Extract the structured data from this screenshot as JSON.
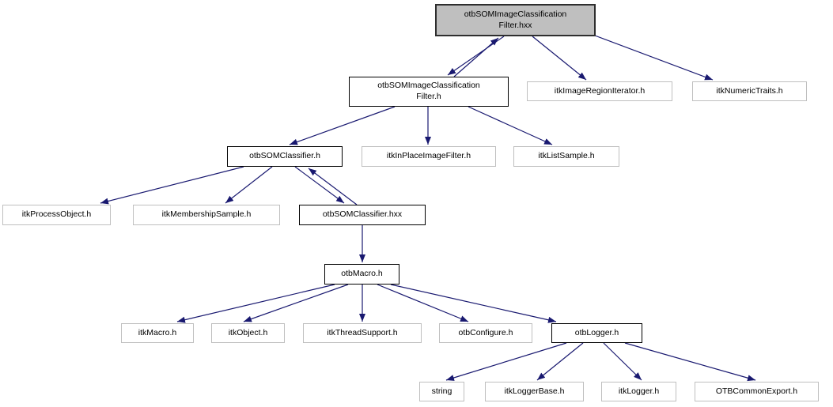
{
  "diagram": {
    "type": "include-dependency-graph",
    "colors": {
      "edge": "#191970",
      "current_node_fill": "#bfbfbf",
      "leaf_node_border": "#bfbfbf",
      "linked_node_border": "#000000"
    },
    "nodes": {
      "filter_hxx": {
        "label": "otbSOMImageClassification\nFilter.hxx"
      },
      "filter_h": {
        "label": "otbSOMImageClassification\nFilter.h"
      },
      "image_region_iterator": {
        "label": "itkImageRegionIterator.h"
      },
      "numeric_traits": {
        "label": "itkNumericTraits.h"
      },
      "som_classifier_h": {
        "label": "otbSOMClassifier.h"
      },
      "in_place_image_filter": {
        "label": "itkInPlaceImageFilter.h"
      },
      "list_sample": {
        "label": "itkListSample.h"
      },
      "process_object": {
        "label": "itkProcessObject.h"
      },
      "membership_sample": {
        "label": "itkMembershipSample.h"
      },
      "som_classifier_hxx": {
        "label": "otbSOMClassifier.hxx"
      },
      "otb_macro": {
        "label": "otbMacro.h"
      },
      "itk_macro": {
        "label": "itkMacro.h"
      },
      "itk_object": {
        "label": "itkObject.h"
      },
      "thread_support": {
        "label": "itkThreadSupport.h"
      },
      "otb_configure": {
        "label": "otbConfigure.h"
      },
      "otb_logger": {
        "label": "otbLogger.h"
      },
      "string": {
        "label": "string"
      },
      "itk_logger_base": {
        "label": "itkLoggerBase.h"
      },
      "itk_logger": {
        "label": "itkLogger.h"
      },
      "otb_common_export": {
        "label": "OTBCommonExport.h"
      }
    },
    "edges": [
      {
        "from": "filter_hxx",
        "to": "filter_h"
      },
      {
        "from": "filter_h",
        "to": "filter_hxx"
      },
      {
        "from": "filter_hxx",
        "to": "image_region_iterator"
      },
      {
        "from": "filter_hxx",
        "to": "numeric_traits"
      },
      {
        "from": "filter_h",
        "to": "som_classifier_h"
      },
      {
        "from": "filter_h",
        "to": "in_place_image_filter"
      },
      {
        "from": "filter_h",
        "to": "list_sample"
      },
      {
        "from": "som_classifier_h",
        "to": "process_object"
      },
      {
        "from": "som_classifier_h",
        "to": "membership_sample"
      },
      {
        "from": "som_classifier_h",
        "to": "som_classifier_hxx"
      },
      {
        "from": "som_classifier_hxx",
        "to": "som_classifier_h"
      },
      {
        "from": "som_classifier_hxx",
        "to": "otb_macro"
      },
      {
        "from": "otb_macro",
        "to": "itk_macro"
      },
      {
        "from": "otb_macro",
        "to": "itk_object"
      },
      {
        "from": "otb_macro",
        "to": "thread_support"
      },
      {
        "from": "otb_macro",
        "to": "otb_configure"
      },
      {
        "from": "otb_macro",
        "to": "otb_logger"
      },
      {
        "from": "otb_logger",
        "to": "string"
      },
      {
        "from": "otb_logger",
        "to": "itk_logger_base"
      },
      {
        "from": "otb_logger",
        "to": "itk_logger"
      },
      {
        "from": "otb_logger",
        "to": "otb_common_export"
      }
    ]
  }
}
